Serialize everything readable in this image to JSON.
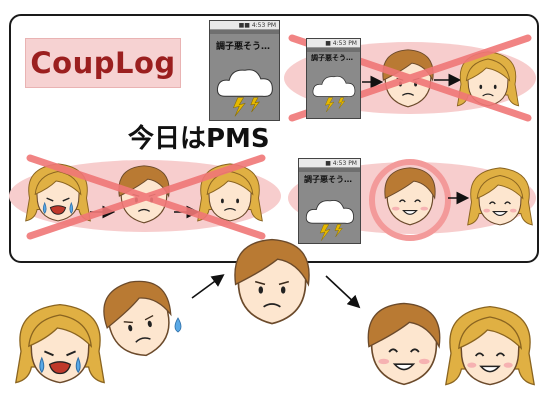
{
  "app": {
    "logo_text": "CoupLog",
    "caption": "今日はPMS"
  },
  "phone_screens": [
    {
      "status": "■■ 4:53 PM",
      "message": "調子悪そう…"
    },
    {
      "status": "■ 4:53 PM",
      "message": "調子悪そう…"
    },
    {
      "status": "■ 4:53 PM",
      "message": "調子悪そう…"
    }
  ],
  "icons": {
    "cloud_lightning": "storm-cloud-icon",
    "cross": "x-mark-icon",
    "arrow": "right-arrow-icon",
    "sweat": "sweat-drop-icon",
    "tears": "tear-icon",
    "highlight": "circle-highlight-icon"
  },
  "colors": {
    "logo_bg": "#f6d2d2",
    "logo_text": "#9b1f1f",
    "ellipse": "#f7cdcd",
    "cross": "#f07777",
    "highlight": "#f39a9a",
    "hair": "#b97a33",
    "skin": "#fde6cf",
    "phone": "#8a8a8a",
    "lightning": "#e6b800"
  }
}
